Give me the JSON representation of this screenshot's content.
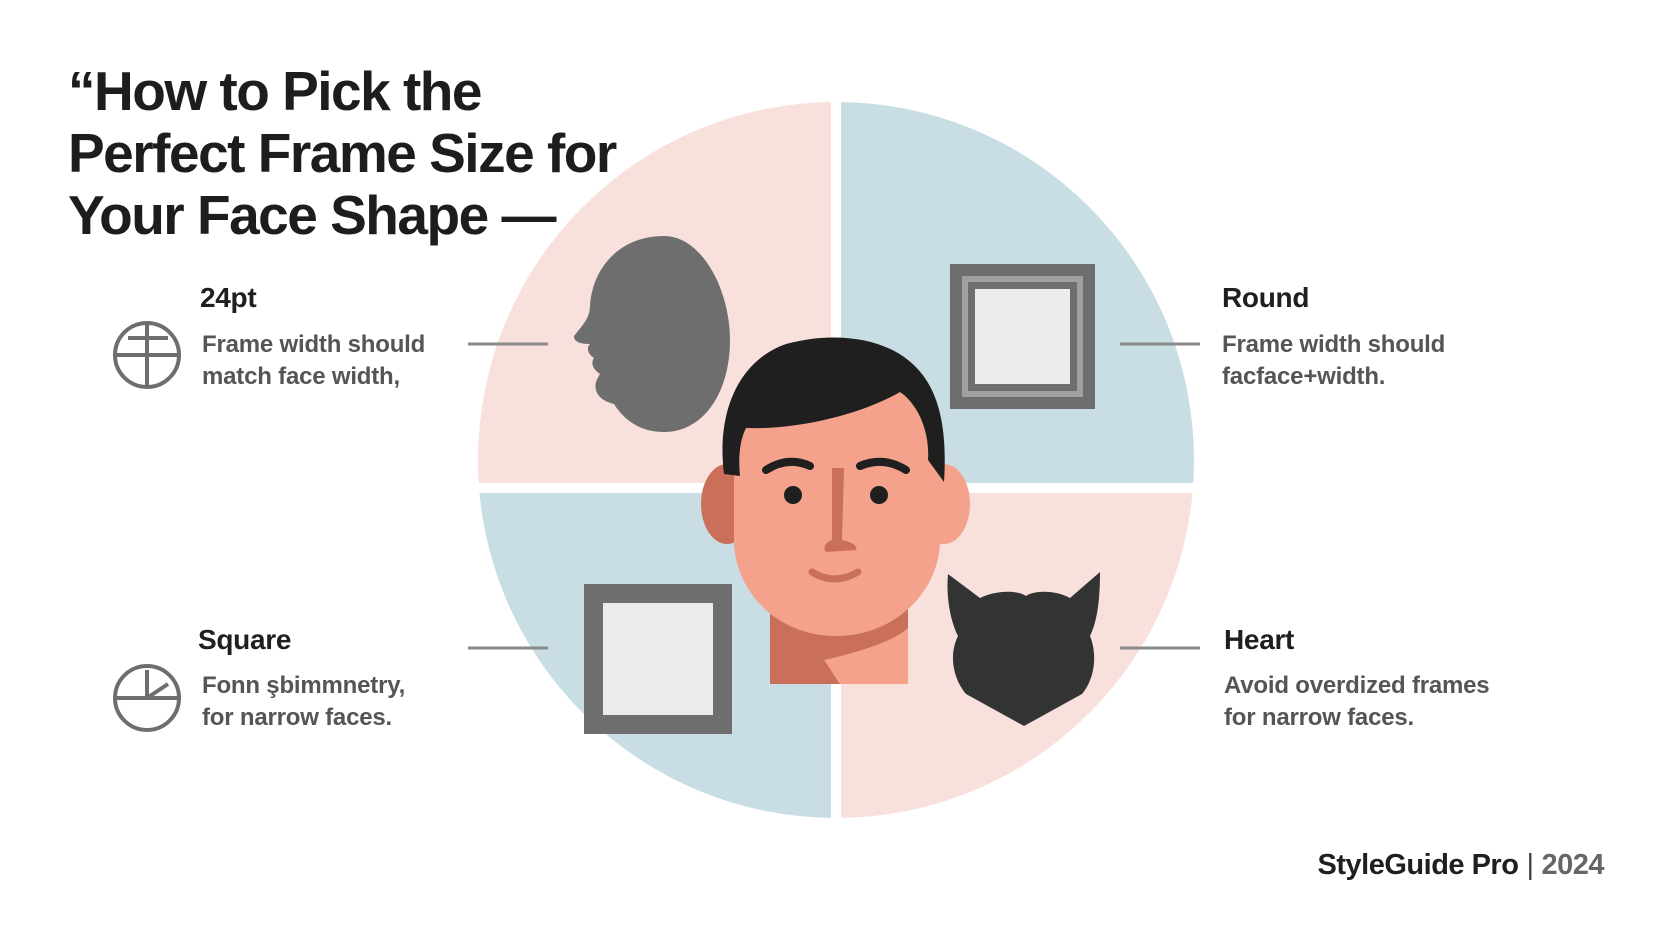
{
  "title": {
    "lines": [
      "“How to Pick the",
      "Perfect Frame Size for",
      "Your Face Shape —"
    ]
  },
  "colors": {
    "pink_quadrant": "#f8e1dd",
    "blue_quadrant": "#c9dee4",
    "skin": "#f4a28b",
    "skin_shadow": "#c96f5a",
    "hair": "#1f1f1f",
    "frame_gray": "#6e6e6e",
    "frame_inner": "#ececec",
    "heart": "#333333",
    "text_dark": "#1f1f1f",
    "text_gray": "#555555",
    "connector": "#8a8a8a"
  },
  "sections": {
    "top_left": {
      "heading": "24pt",
      "lines": [
        "Frame width should",
        "match face width,"
      ],
      "icon": "crosshair-icon"
    },
    "top_right": {
      "heading": "Round",
      "lines": [
        "Frame width should",
        "facface+width."
      ],
      "icon": "square-frame-icon"
    },
    "bottom_left": {
      "heading": "Square",
      "lines": [
        "Fonn şbimmnetry,",
        "for narrow faces."
      ],
      "icon": "clock-icon"
    },
    "bottom_right": {
      "heading": "Heart",
      "lines": [
        "Avoid overdized frames",
        "for narrow faces."
      ],
      "icon": "heart-shape-icon"
    }
  },
  "footer": {
    "brand": "StyleGuide Pro",
    "separator": "|",
    "year": "2024"
  }
}
